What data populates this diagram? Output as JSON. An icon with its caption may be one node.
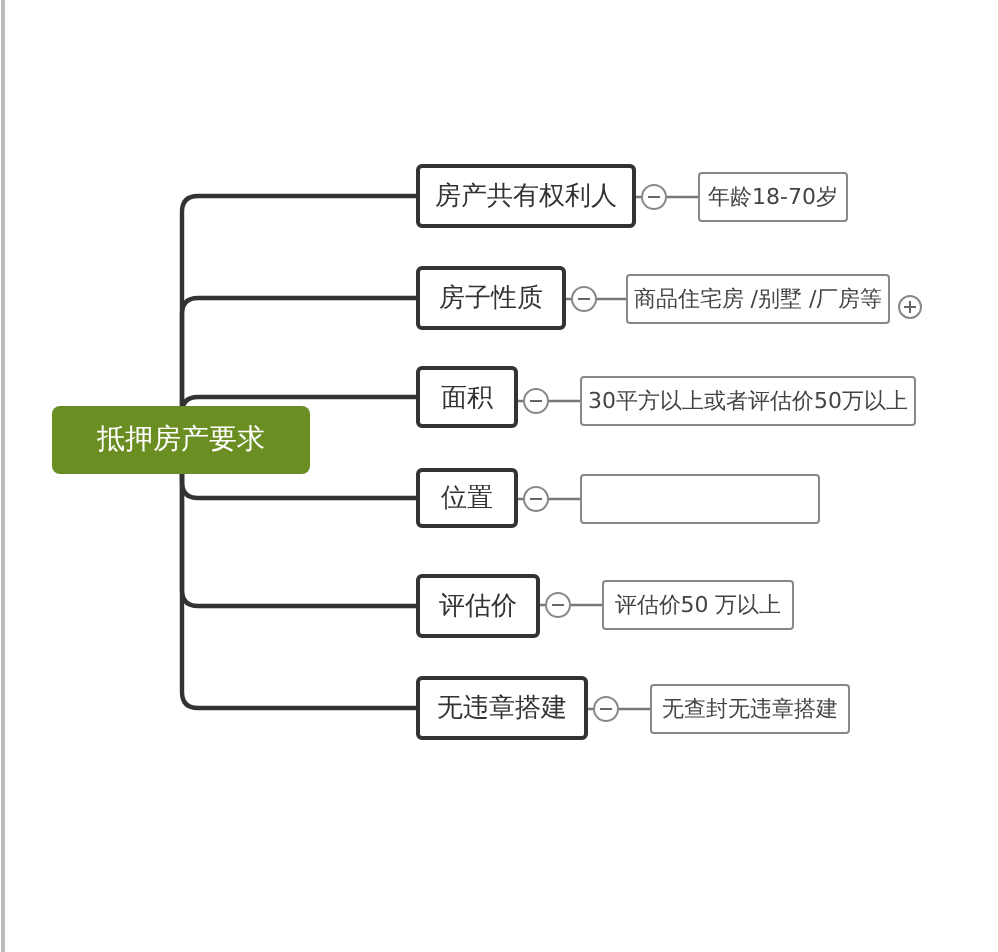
{
  "diagram": {
    "nodes": [
      {
        "text": [
          "抵押房产要求"
        ]
      },
      {
        "text": [
          "房产共有权利人"
        ]
      },
      {
        "text": [
          "年龄18-70岁"
        ]
      },
      {
        "text": [
          "房子性质"
        ]
      },
      {
        "text": [
          "商品住宅房 /别墅 /厂房等"
        ]
      },
      {
        "text": [
          "面积"
        ]
      },
      {
        "text": [
          "30平方以上或者评估价50万以上"
        ]
      },
      {
        "text": [
          "位置"
        ]
      },
      {
        "text": [],
        "shape": "box"
      },
      {
        "text": [
          "评估价"
        ]
      },
      {
        "text": [
          "评估价50 万以上"
        ]
      },
      {
        "text": [
          "无违章搭建"
        ]
      },
      {
        "text": [
          "无查封无违章搭建"
        ]
      }
    ],
    "edges": [
      {
        "from": 0,
        "to": 1,
        "arrow": "none"
      },
      {
        "from": 0,
        "to": 3,
        "arrow": "none"
      },
      {
        "from": 0,
        "to": 5,
        "arrow": "none"
      },
      {
        "from": 0,
        "to": 7,
        "arrow": "none"
      },
      {
        "from": 0,
        "to": 9,
        "arrow": "none"
      },
      {
        "from": 0,
        "to": 11,
        "arrow": "none"
      },
      {
        "from": 1,
        "to": 2,
        "arrow": "none"
      },
      {
        "from": 3,
        "to": 4,
        "arrow": "none"
      },
      {
        "from": 5,
        "to": 6,
        "arrow": "none"
      },
      {
        "from": 7,
        "to": 8,
        "arrow": "none"
      },
      {
        "from": 9,
        "to": 10,
        "arrow": "none"
      },
      {
        "from": 11,
        "to": 12,
        "arrow": "none"
      }
    ]
  }
}
